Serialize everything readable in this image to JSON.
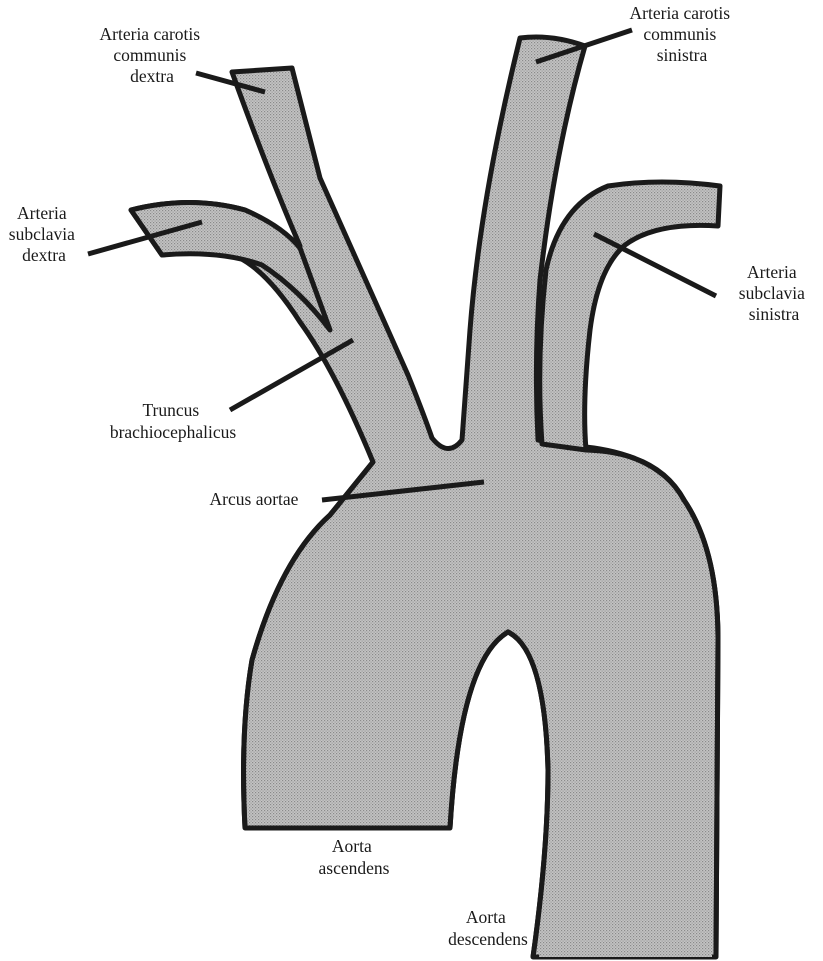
{
  "labels": {
    "carotis_dextra": [
      "Arteria carotis",
      "communis",
      "dextra"
    ],
    "subclavia_dextra": [
      "Arteria",
      "subclavia",
      "dextra"
    ],
    "truncus": [
      "Truncus",
      "brachiocephalicus"
    ],
    "arcus": [
      "Arcus aortae"
    ],
    "carotis_sinistra": [
      "Arteria carotis",
      "communis",
      "sinistra"
    ],
    "subclavia_sinistra": [
      "Arteria",
      "subclavia",
      "sinistra"
    ],
    "ascendens": [
      "Aorta",
      "ascendens"
    ],
    "descendens": [
      "Aorta",
      "descendens"
    ]
  },
  "colors": {
    "fill": "#b8b8b8",
    "stroke": "#1a1a1a",
    "background": "#ffffff"
  }
}
